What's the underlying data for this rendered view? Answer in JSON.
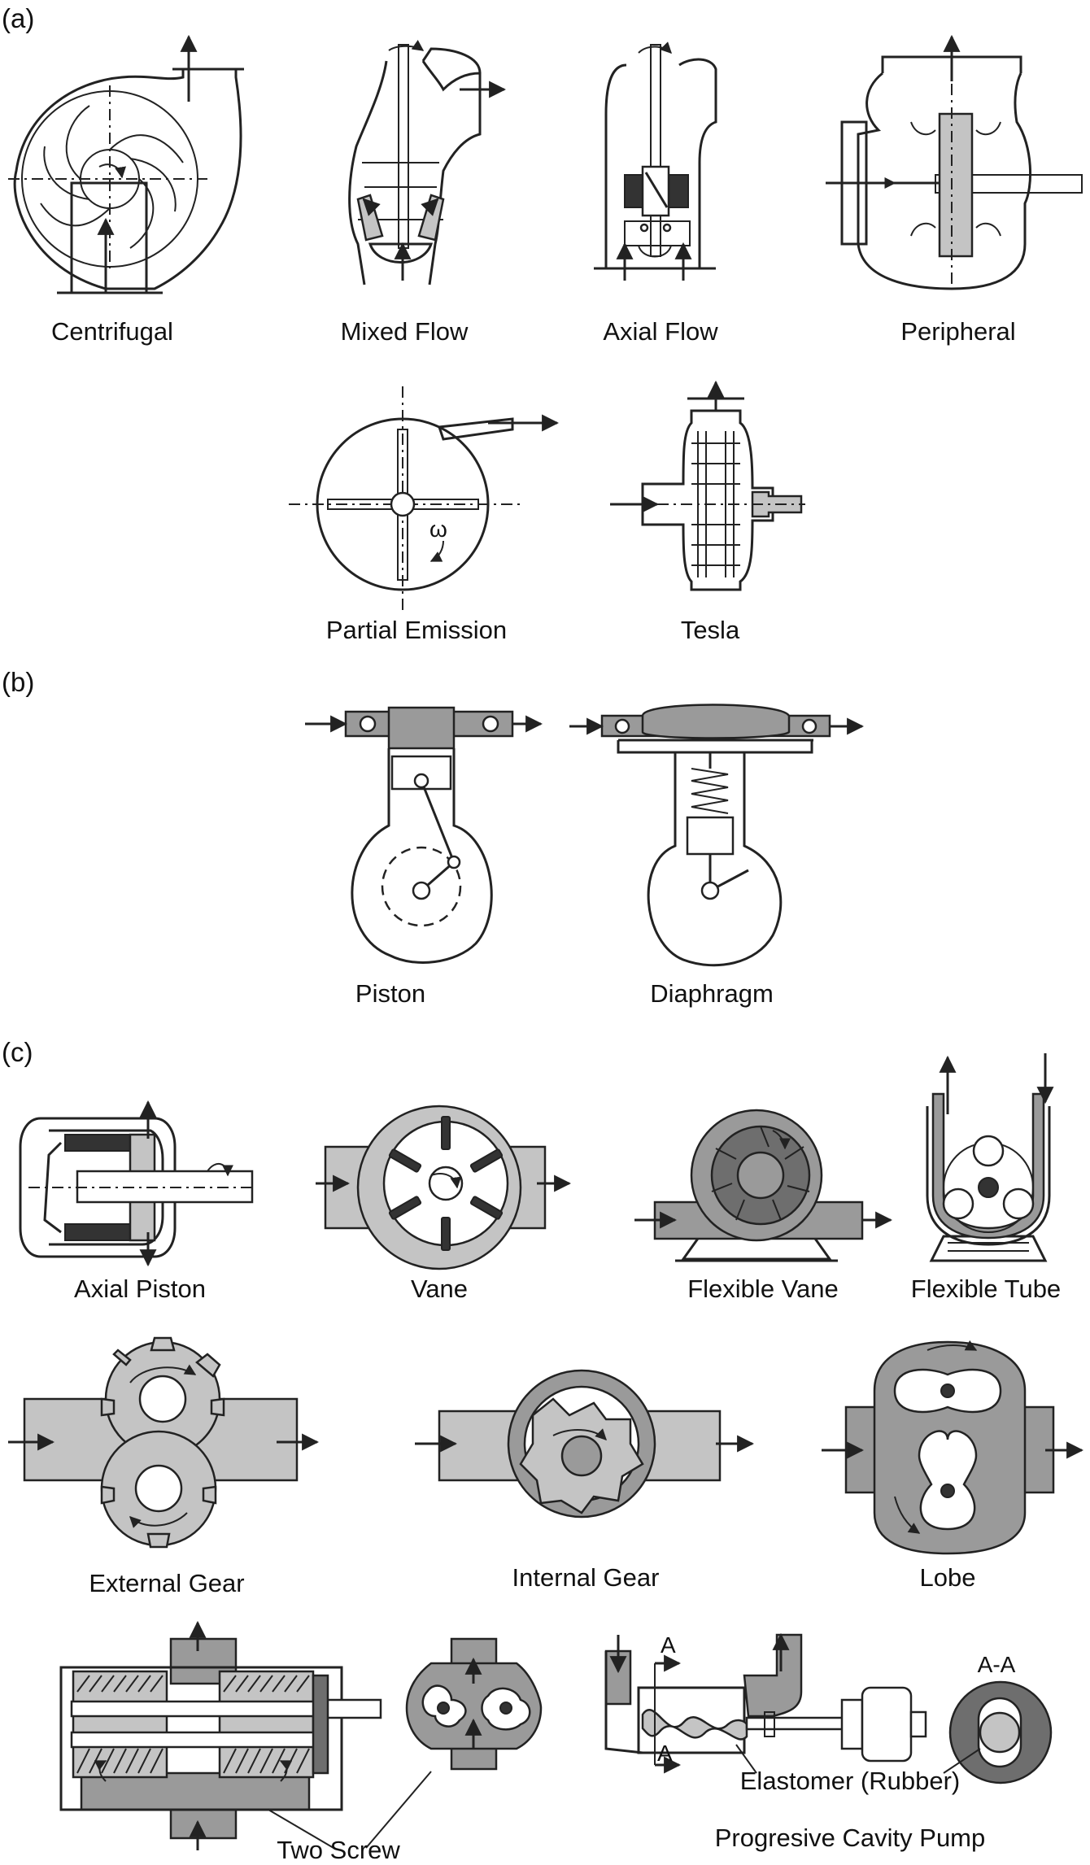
{
  "sections": {
    "a": "(a)",
    "b": "(b)",
    "c": "(c)"
  },
  "labels": {
    "centrifugal": "Centrifugal",
    "mixed_flow": "Mixed Flow",
    "axial_flow": "Axial Flow",
    "peripheral": "Peripheral",
    "partial_emission": "Partial Emission",
    "tesla": "Tesla",
    "piston": "Piston",
    "diaphragm": "Diaphragm",
    "axial_piston": "Axial Piston",
    "vane": "Vane",
    "flexible_vane": "Flexible Vane",
    "flexible_tube": "Flexible Tube",
    "external_gear": "External Gear",
    "internal_gear": "Internal Gear",
    "lobe": "Lobe",
    "two_screw": "Two Screw",
    "elastomer": "Elastomer (Rubber)",
    "progressive_cavity": "Progresive Cavity Pump",
    "section_a_top": "A",
    "section_a_bottom": "A",
    "section_aa": "A-A",
    "omega": "ω"
  },
  "colors": {
    "line": "#222222",
    "fill_medium": "#9a9a9a",
    "fill_light": "#c4c4c4",
    "fill_dark": "#6e6e6e",
    "background": "#ffffff"
  }
}
